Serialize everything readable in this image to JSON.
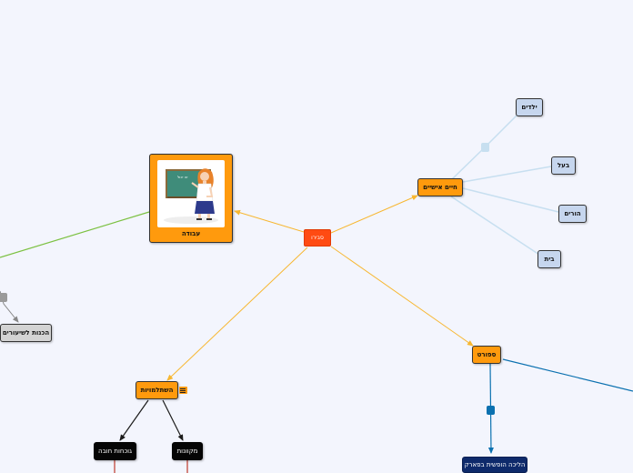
{
  "colors": {
    "background": "#f3f5fd",
    "central": "#ff4b12",
    "orange_topic": "#ff9a0d",
    "light_blue_topic": "#c6d6ee",
    "light_blue_line": "#c7dff0",
    "orange_line": "#f7b731",
    "green_line": "#7cc142",
    "teal_line": "#0b71b0",
    "dark_line": "#1b1b1b",
    "red_line": "#c0392b",
    "navy_topic": "#0e2a6b"
  },
  "map": {
    "central": {
      "label": "סבירו"
    },
    "work": {
      "label": "עבודה",
      "image": "teacher-at-chalkboard-illustration",
      "board_text": "זה יכול"
    },
    "people": {
      "label": "חיים אישיים"
    },
    "children": {
      "label": "ילדים"
    },
    "husband": {
      "label": "בעל"
    },
    "parents": {
      "label": "הורים"
    },
    "home": {
      "label": "בית"
    },
    "leisure": {
      "label": "ספורט"
    },
    "walking": {
      "label": "הליכה הופשית בפארק"
    },
    "studies": {
      "label": "השתלמויות",
      "notes_icon": "notes-icon"
    },
    "mandatory": {
      "label": "גוכחות חובה"
    },
    "optional": {
      "label": "מקוונות"
    },
    "prep": {
      "label": "הכנות לשיעורים"
    }
  }
}
